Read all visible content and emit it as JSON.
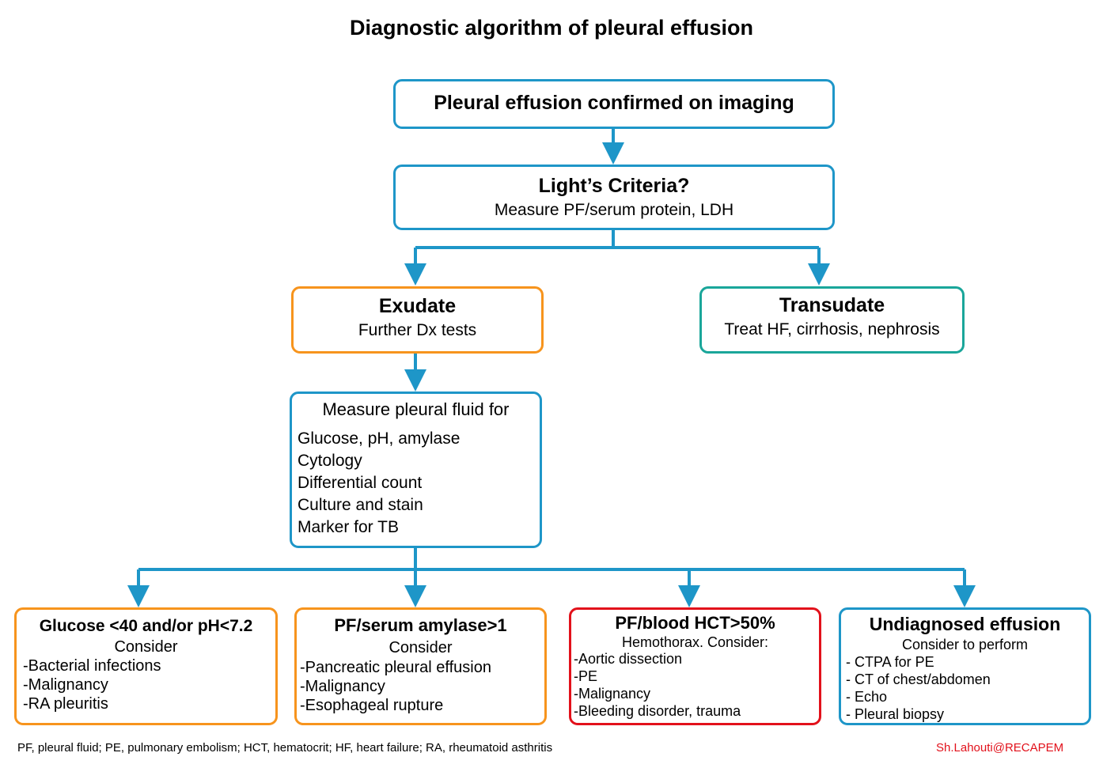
{
  "title": "Diagnostic algorithm of pleural effusion",
  "nodes": {
    "confirmed": {
      "heading": "Pleural effusion confirmed on imaging"
    },
    "lights": {
      "heading": "Light’s Criteria?",
      "text": "Measure PF/serum protein, LDH"
    },
    "exudate": {
      "heading": "Exudate",
      "text": "Further Dx tests"
    },
    "transudate": {
      "heading": "Transudate",
      "text": "Treat HF, cirrhosis, nephrosis"
    },
    "measure": {
      "heading": "Measure pleural fluid for",
      "items": [
        "Glucose, pH, amylase",
        "Cytology",
        "Differential count",
        "Culture and stain",
        "Marker for TB"
      ]
    },
    "glucose": {
      "heading": "Glucose <40 and/or pH<7.2",
      "subheading": "Consider",
      "items": [
        "-Bacterial infections",
        "-Malignancy",
        "-RA pleuritis"
      ]
    },
    "amylase": {
      "heading": "PF/serum amylase>1",
      "subheading": "Consider",
      "items": [
        "-Pancreatic pleural effusion",
        "-Malignancy",
        "-Esophageal rupture"
      ]
    },
    "hct": {
      "heading": "PF/blood HCT>50%",
      "subheading": "Hemothorax. Consider:",
      "items": [
        "-Aortic dissection",
        "-PE",
        "-Malignancy",
        "-Bleeding disorder, trauma"
      ]
    },
    "undiagnosed": {
      "heading": "Undiagnosed effusion",
      "subheading": "Consider to perform",
      "items": [
        "- CTPA for PE",
        "- CT of chest/abdomen",
        "- Echo",
        "- Pleural biopsy"
      ]
    }
  },
  "footnote": "PF, pleural fluid; PE, pulmonary embolism; HCT, hematocrit; HF, heart failure; RA, rheumatoid asthritis",
  "credit": "Sh.Lahouti@RECAPEM",
  "colors": {
    "connector": "#1e96c8",
    "default_border": "#1e96c8",
    "exudate_border": "#f7941d",
    "transudate_border": "#1aa69a",
    "hemothorax_border": "#e2111b",
    "credit_text": "#e2111b"
  }
}
